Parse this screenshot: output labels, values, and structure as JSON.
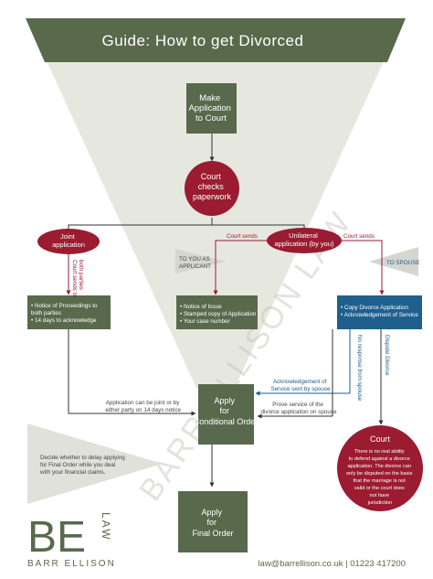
{
  "header": {
    "title": "Guide: How to get Divorced"
  },
  "watermark": "BARR ELLISON LAW",
  "colors": {
    "green": "#5a6e4e",
    "red": "#9b1b30",
    "blue": "#1e5f8e",
    "triangle": "#e6e8e0",
    "dark": "#333333"
  },
  "nodes": {
    "make_application": [
      "Make",
      "Application",
      "to Court"
    ],
    "court_checks": [
      "Court",
      "checks",
      "paperwork"
    ],
    "joint_application": [
      "Joint",
      "application"
    ],
    "unilateral_application": [
      "Unilateral",
      "application (by you)"
    ],
    "apply_conditional": [
      "Apply",
      "for",
      "Conditional Order"
    ],
    "apply_final": [
      "Apply",
      "for",
      "Final Order"
    ],
    "court_title": "Court",
    "court_body": [
      "There is no real ability",
      "to defend against a divorce",
      "application. The divorce can",
      "only be disputed on the basis",
      "that the marriage is not",
      "valid or the court does",
      "not have",
      "jurisdiction"
    ]
  },
  "boxes": {
    "joint_box": [
      "• Notice of Proceedings to",
      "  both parties",
      "• 14 days to acknowledge"
    ],
    "you_box": [
      "• Notice of Issue",
      "• Stamped copy of Application",
      "• Your case number"
    ],
    "spouse_box": [
      "• Copy Divorce Application",
      "• Acknowledgement of Service"
    ]
  },
  "labels": {
    "court_sends_left": "Court sends",
    "court_sends_right": "Court sends",
    "court_sends_to_both": [
      "Court sends to",
      "both parties"
    ],
    "to_you": [
      "TO YOU AS",
      "APPLICANT"
    ],
    "to_spouse": "TO SPOUSE",
    "ack_sent": [
      "Acknowledgement of",
      "Service sent by spouse"
    ],
    "prove_service": [
      "Prove service of the",
      "divorce application on spouse"
    ],
    "joint_either": [
      "Application can be joint or by",
      "either party on 14 days notice"
    ],
    "no_response": "No response from spouse",
    "dispute": "Dispute Divorce",
    "delay_note": [
      "Decide whether to delay applying",
      "for Final Order while you deal",
      "with your financial claims."
    ]
  },
  "footer": {
    "logo_be": "BE",
    "logo_law": "LAW",
    "logo_name": "BARR ELLISON",
    "contact": "law@barrellison.co.uk | 01223 417200"
  }
}
